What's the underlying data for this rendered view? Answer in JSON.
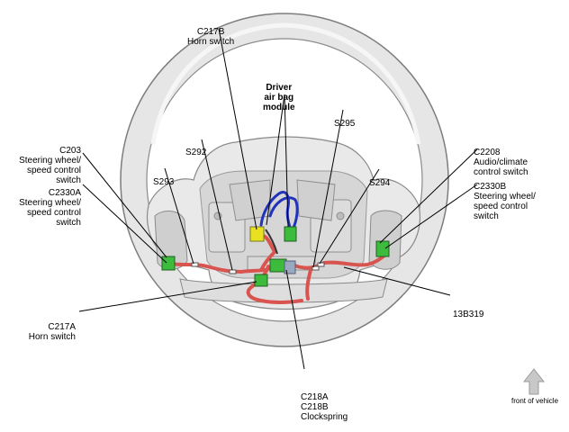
{
  "labels": {
    "c217b": [
      "C217B",
      "Horn switch"
    ],
    "airbag": [
      "Driver",
      "air bag",
      "module"
    ],
    "s292": [
      "S292"
    ],
    "s295": [
      "S295"
    ],
    "s293": [
      "S293"
    ],
    "s294": [
      "S294"
    ],
    "c203": [
      "C203",
      "Steering wheel/",
      "speed control",
      "switch"
    ],
    "c2330a": [
      "C2330A",
      "Steering wheel/",
      "speed control",
      "switch"
    ],
    "c2208": [
      "C2208",
      "Audio/climate",
      "control switch"
    ],
    "c2330b": [
      "C2330B",
      "Steering wheel/",
      "speed control",
      "switch"
    ],
    "c217a": [
      "C217A",
      "Horn switch"
    ],
    "harness": [
      "13B319"
    ],
    "c218": [
      "C218A",
      "C218B",
      "Clockspring"
    ]
  },
  "front_note": "front of vehicle",
  "colors": {
    "wheel_fill": "#e4e4e4",
    "wheel_stroke": "#8a8a8a",
    "wire_red": "#d9534f",
    "wire_blue": "#2233bb",
    "connector_green": "#3dbb3d",
    "connector_yellow": "#e8e020",
    "arrow_gray": "#c8c8c8"
  }
}
